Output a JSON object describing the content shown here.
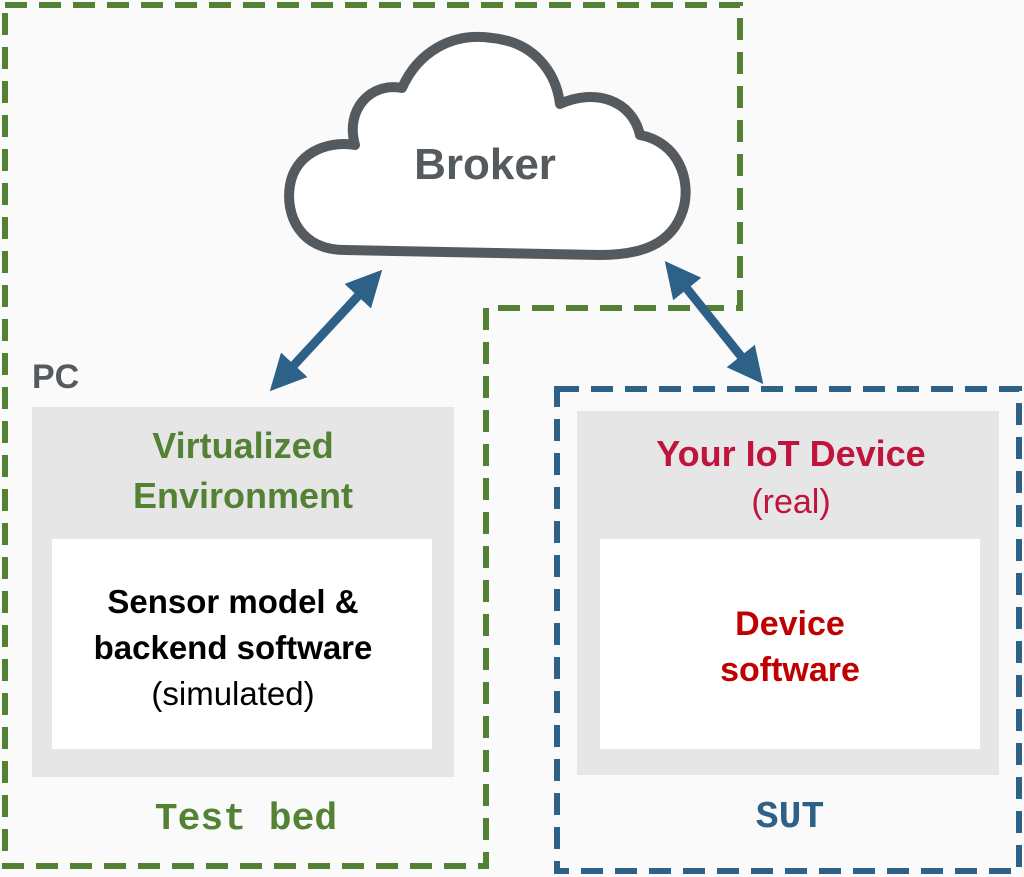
{
  "broker": {
    "label": "Broker"
  },
  "pc": {
    "label": "PC"
  },
  "virtual_env": {
    "title_line1": "Virtualized",
    "title_line2": "Environment",
    "inner_line1": "Sensor model &",
    "inner_line2": "backend software",
    "inner_line3": "(simulated)"
  },
  "iot_device": {
    "title": "Your IoT Device",
    "subtitle": "(real)",
    "inner_line1": "Device",
    "inner_line2": "software"
  },
  "testbed": {
    "label": "Test bed"
  },
  "sut": {
    "label": "SUT"
  },
  "colors": {
    "green": "#548235",
    "blue": "#2e6188",
    "red": "#c0143c",
    "gray": "#555a5f",
    "panel": "#e6e6e6"
  }
}
